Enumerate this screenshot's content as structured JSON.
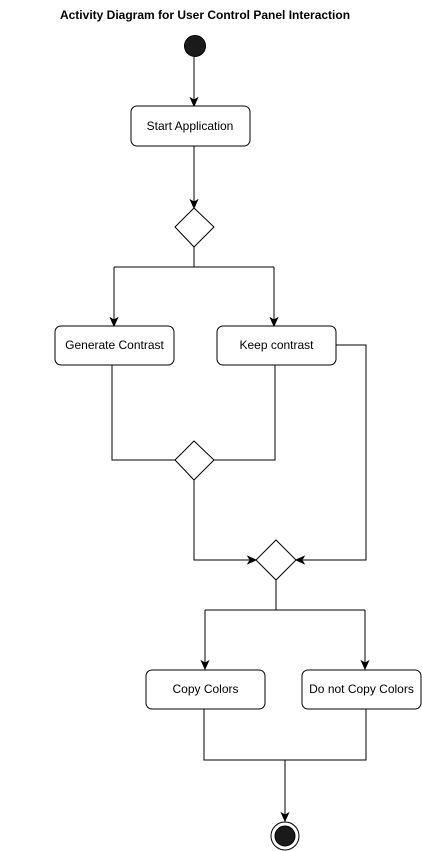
{
  "diagram": {
    "title": "Activity Diagram for User Control Panel Interaction",
    "nodes": {
      "start_application": "Start Application",
      "generate_contrast": "Generate Contrast",
      "keep_contrast": "Keep contrast",
      "copy_colors": "Copy Colors",
      "do_not_copy_colors": "Do not Copy Colors"
    },
    "colors": {
      "stroke": "#000000",
      "fill": "#ffffff",
      "terminal_fill": "#1a1a1a"
    }
  }
}
